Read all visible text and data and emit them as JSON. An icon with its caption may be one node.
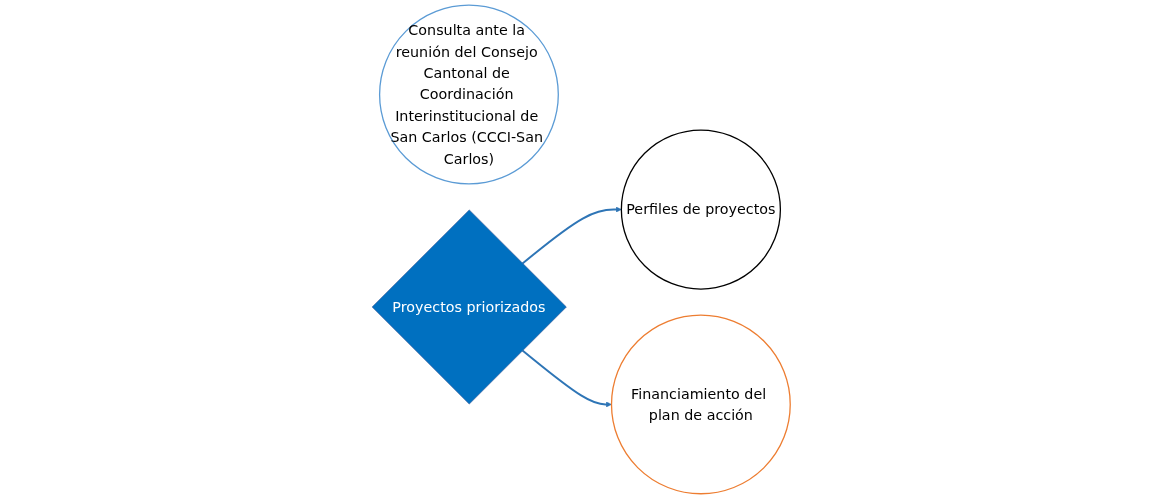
{
  "diagram": {
    "nodes": [
      {
        "text": [
          "Consulta ante la reunión del Consejo Cantonal de Coordinación Interinstitucional de San Carlos (CCCI-San Carlos)"
        ]
      },
      {
        "text": [
          "Proyectos priorizados"
        ]
      },
      {
        "text": [
          "Perfiles de proyectos"
        ]
      },
      {
        "text": [
          "Financiamiento del plan de acción"
        ]
      }
    ],
    "edges": [
      {
        "from": 1,
        "to": 2,
        "arrow": "to"
      },
      {
        "from": 1,
        "to": 3,
        "arrow": "to"
      }
    ]
  }
}
